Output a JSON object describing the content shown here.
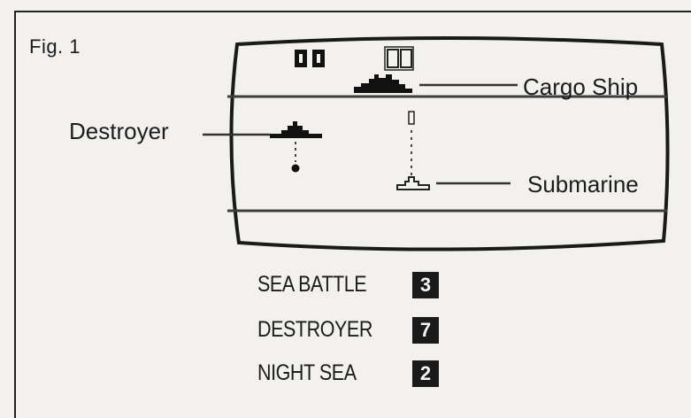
{
  "figure": {
    "label": "Fig. 1"
  },
  "screen": {
    "left_score": "00",
    "right_score": "00"
  },
  "callouts": {
    "cargo_ship": "Cargo Ship",
    "destroyer": "Destroyer",
    "submarine": "Submarine"
  },
  "game_variants": [
    {
      "name": "SEA BATTLE",
      "number": "3"
    },
    {
      "name": "DESTROYER",
      "number": "7"
    },
    {
      "name": "NIGHT SEA",
      "number": "2"
    }
  ]
}
